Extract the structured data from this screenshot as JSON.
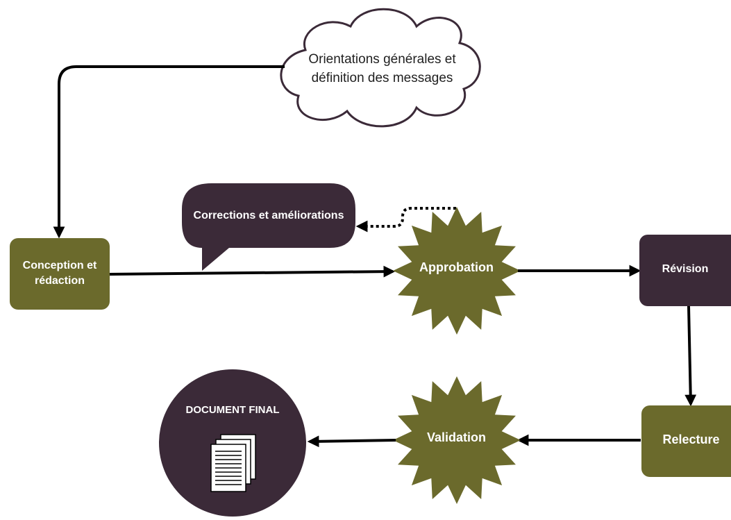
{
  "colors": {
    "olive": "#6b6a2c",
    "plum": "#3b2a38",
    "line": "#000000",
    "cloud_stroke": "#3b2a38",
    "doc_paper": "#ffffff"
  },
  "nodes": {
    "orientations": "Orientations générales et définition des messages",
    "conception": "Conception et rédaction",
    "corrections": "Corrections et améliorations",
    "approbation": "Approbation",
    "revision": "Révision",
    "relecture": "Relecture",
    "validation": "Validation",
    "document_final": "DOCUMENT FINAL"
  },
  "icons": {
    "document": "document-stack-icon"
  }
}
